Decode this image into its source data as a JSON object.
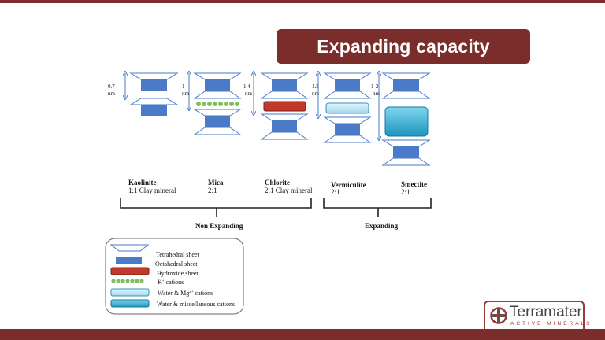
{
  "title": "Expanding capacity",
  "colors": {
    "brand": "#7b2d2b",
    "tetrahedral": "#ffffff",
    "octahedral": "#4a7ac8",
    "hydroxide": "#c0392b",
    "k_cations": "#7fbf5a",
    "water_mg": "#bfe6f5",
    "water_misc": "#2eb4d9",
    "bracket": "#222222",
    "arrow": "#4a7ac8"
  },
  "minerals": [
    {
      "name": "Kaolinite",
      "type": "1:1 Clay mineral",
      "spacing": "0.7",
      "unit": "nm"
    },
    {
      "name": "Mica",
      "type": "2:1",
      "spacing": "1",
      "unit": "nm"
    },
    {
      "name": "Chlorite",
      "type": "2:1 Clay mineral",
      "spacing": "1.4",
      "unit": "nm"
    },
    {
      "name": "Vermiculite",
      "type": "2:1",
      "spacing": "1.5",
      "unit": "nm"
    },
    {
      "name": "Smectite",
      "type": "2:1",
      "spacing": "1-2",
      "unit": "nm"
    }
  ],
  "groups": {
    "non_expanding": "Non Expanding",
    "expanding": "Expanding"
  },
  "legend": {
    "tetrahedral": "Tetrahedral sheet",
    "octahedral": "Octahedral sheet",
    "hydroxide": "Hydroxide sheet",
    "k_prefix": "K",
    "k_sup": "+",
    "k_suffix": " cations",
    "water_mg_prefix": "Water & Mg",
    "water_mg_sup": "2+",
    "water_mg_suffix": " cations",
    "water_misc": "Water & miscellaneous cations"
  },
  "logo": {
    "name": "Terramater",
    "tagline": "ACTIVE MINERALS"
  }
}
